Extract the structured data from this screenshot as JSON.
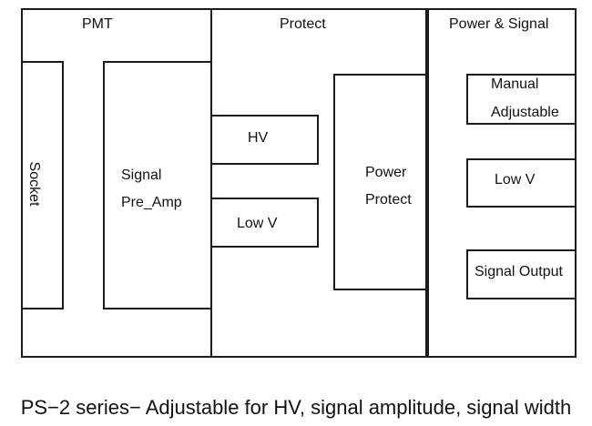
{
  "diagram": {
    "sections": {
      "pmt": "PMT",
      "protect": "Protect",
      "power_signal": "Power & Signal"
    },
    "pmt": {
      "socket": "Socket",
      "signal_line1": "Signal",
      "signal_line2": "Pre_Amp"
    },
    "protect": {
      "hv": "HV",
      "low_v": "Low V",
      "power_line1": "Power",
      "power_line2": "Protect"
    },
    "power_signal": {
      "manual_line1": "Manual",
      "manual_line2": "Adjustable",
      "low_v": "Low V",
      "signal_output": "Signal Output"
    },
    "caption": "PS−2 series− Adjustable for HV, signal amplitude, signal width"
  }
}
